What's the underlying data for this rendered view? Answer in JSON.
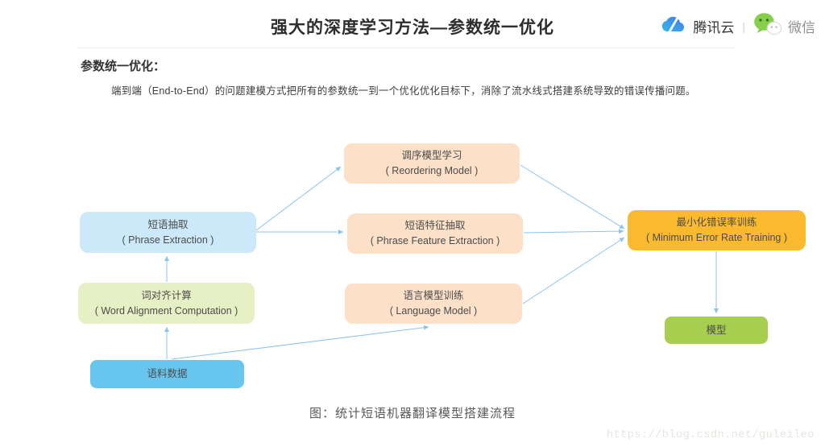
{
  "header": {
    "title": "强大的深度学习方法—参数统一优化",
    "logos": [
      {
        "name": "tencent-cloud",
        "label": "腾讯云"
      },
      {
        "name": "wechat",
        "label": "微信"
      }
    ],
    "separator": "|"
  },
  "content": {
    "heading": "参数统一优化：",
    "paragraph": "端到端（End-to-End）的问题建模方式把所有的参数统一到一个优化优化目标下，消除了流水线式搭建系统导致的错误传播问题。"
  },
  "diagram": {
    "caption": "图：统计短语机器翻译模型搭建流程",
    "arrow_color": "#8cc3e9",
    "nodes": [
      {
        "id": "reordering-model",
        "title": "调序模型学习",
        "subtitle": "( Reordering Model )",
        "color": "#fce0c8"
      },
      {
        "id": "phrase-extraction",
        "title": "短语抽取",
        "subtitle": "( Phrase Extraction )",
        "color": "#cbe9f9"
      },
      {
        "id": "phrase-feature-extraction",
        "title": "短语特征抽取",
        "subtitle": "( Phrase Feature Extraction )",
        "color": "#fce0c8"
      },
      {
        "id": "minimum-error-rate-training",
        "title": "最小化错误率训练",
        "subtitle": "( Minimum Error Rate Training )",
        "color": "#fbb92e"
      },
      {
        "id": "word-alignment-computation",
        "title": "词对齐计算",
        "subtitle": "( Word Alignment Computation )",
        "color": "#e7f0c5"
      },
      {
        "id": "language-model",
        "title": "语言模型训练",
        "subtitle": "( Language Model )",
        "color": "#fce0c8"
      },
      {
        "id": "model",
        "title": "模型",
        "subtitle": "",
        "color": "#a8ce50"
      },
      {
        "id": "corpus",
        "title": "语料数据",
        "subtitle": "",
        "color": "#68c6ee"
      }
    ],
    "edges": [
      {
        "from": "phrase-extraction",
        "to": "reordering-model"
      },
      {
        "from": "phrase-extraction",
        "to": "phrase-feature-extraction"
      },
      {
        "from": "reordering-model",
        "to": "minimum-error-rate-training"
      },
      {
        "from": "phrase-feature-extraction",
        "to": "minimum-error-rate-training"
      },
      {
        "from": "language-model",
        "to": "minimum-error-rate-training"
      },
      {
        "from": "word-alignment-computation",
        "to": "phrase-extraction"
      },
      {
        "from": "corpus",
        "to": "word-alignment-computation"
      },
      {
        "from": "corpus",
        "to": "language-model"
      },
      {
        "from": "minimum-error-rate-training",
        "to": "model"
      }
    ]
  },
  "watermark": {
    "url": "https://blog.csdn.net/guleileo"
  }
}
